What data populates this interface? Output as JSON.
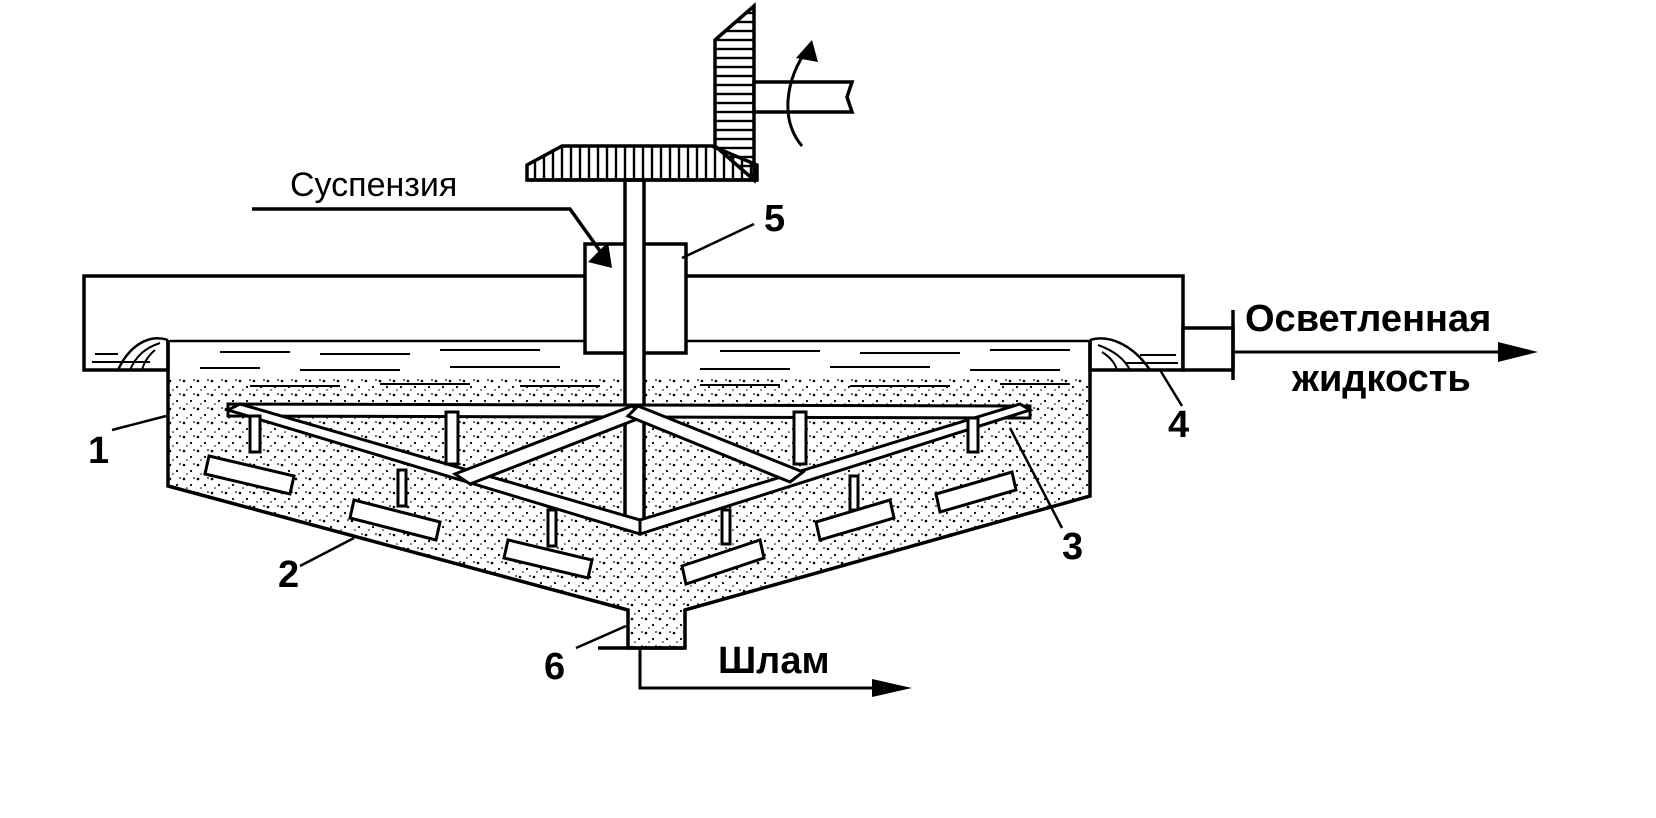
{
  "labels": {
    "feed": "Суспензия",
    "clarified_line1": "Осветленная",
    "clarified_line2": "жидкость",
    "sludge": "Шлам"
  },
  "parts": {
    "p1": "1",
    "p2": "2",
    "p3": "3",
    "p4": "4",
    "p5": "5",
    "p6": "6"
  },
  "colors": {
    "ink": "#000000",
    "paper": "#ffffff"
  }
}
